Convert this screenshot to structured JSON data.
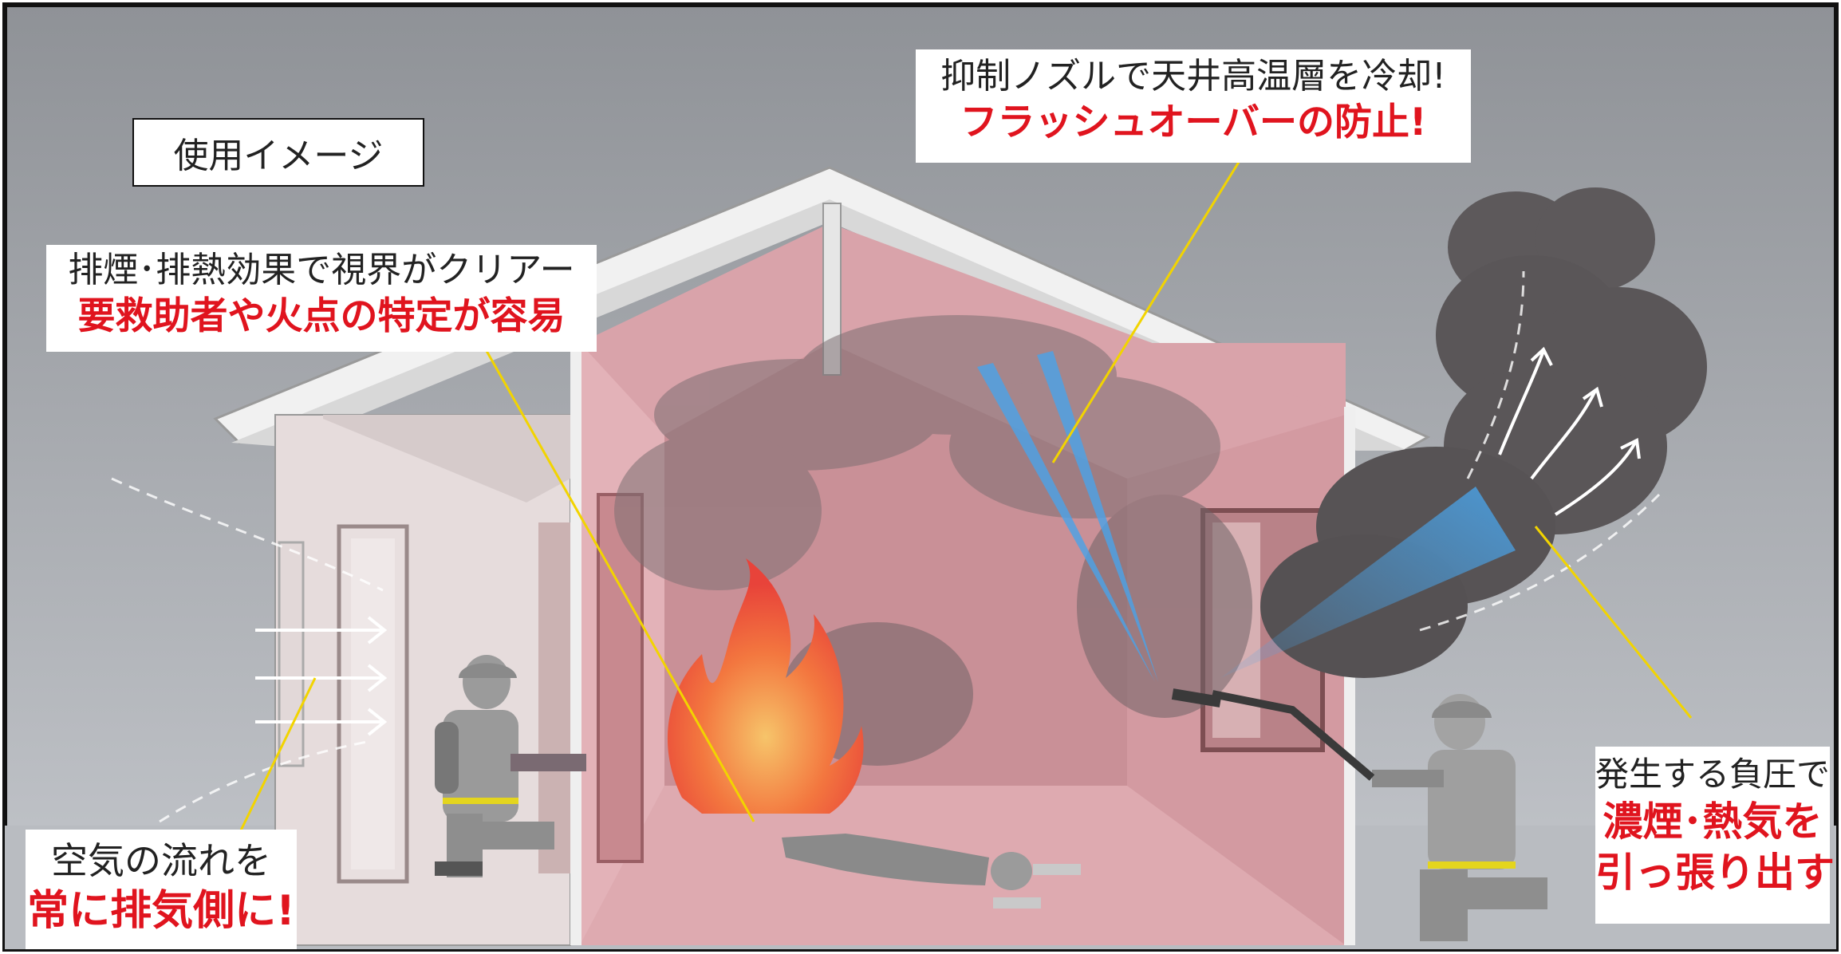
{
  "image_label": "使用イメージ",
  "callouts": {
    "top": {
      "line1": "抑制ノズルで天井高温層を冷却!",
      "line2": "フラッシュオーバーの防止!"
    },
    "left": {
      "line1": "排煙･排熱効果で視界がクリアー",
      "line2": "要救助者や火点の特定が容易"
    },
    "bottom_left": {
      "line1": "空気の流れを",
      "line2": "常に排気側に!"
    },
    "bottom_right": {
      "line1": "発生する負圧で",
      "line2": "濃煙･熱気を",
      "line3": "引っ張り出す"
    }
  },
  "colors": {
    "emphasis_text": "#e0141e",
    "room_pink": "#d9a3aa",
    "smoke": "#5a5558",
    "water_spray": "#4aa3e8",
    "leader_line": "#f2d400"
  },
  "icons": [
    "firefighter-icon",
    "victim-icon",
    "flame-icon",
    "smoke-cloud-icon",
    "airflow-arrow-icon",
    "nozzle-icon",
    "water-spray-icon"
  ]
}
